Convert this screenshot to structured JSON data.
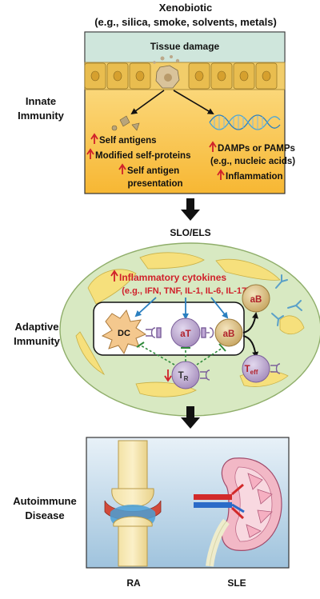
{
  "title": {
    "line1": "Xenobiotic",
    "line2": "(e.g., silica, smoke, solvents, metals)"
  },
  "innate": {
    "label_line1": "Innate",
    "label_line2": "Immunity",
    "box_title": "Tissue damage",
    "left_items": [
      "Self antigens",
      "Modified self-proteins",
      "Self antigen",
      "presentation"
    ],
    "right_items": [
      "DAMPs or PAMPs",
      "(e.g., nucleic acids)",
      "Inflammation"
    ]
  },
  "slo_label": "SLO/ELS",
  "adaptive": {
    "label_line1": "Adaptive",
    "label_line2": "Immunity",
    "cytokines_line1": "Inflammatory cytokines",
    "cytokines_line2": "(e.g., IFN, TNF, IL-1, IL-6, IL-17)",
    "cells": {
      "dc": "DC",
      "at": "aT",
      "ab": "aB",
      "ab2": "aB",
      "tr_main": "T",
      "tr_sub": "R",
      "teff_main": "T",
      "teff_sub": "eff"
    }
  },
  "disease": {
    "label_line1": "Autoimmune",
    "label_line2": "Disease",
    "ra": "RA",
    "sle": "SLE"
  },
  "colors": {
    "up_arrow": "#d0202a",
    "cytokine_text": "#d0202a",
    "blue_arrow": "#2a7fc0",
    "inhibit_green": "#2f8a3a",
    "cell_purple": "#b9a6cc",
    "cell_tan": "#d9c08a"
  }
}
